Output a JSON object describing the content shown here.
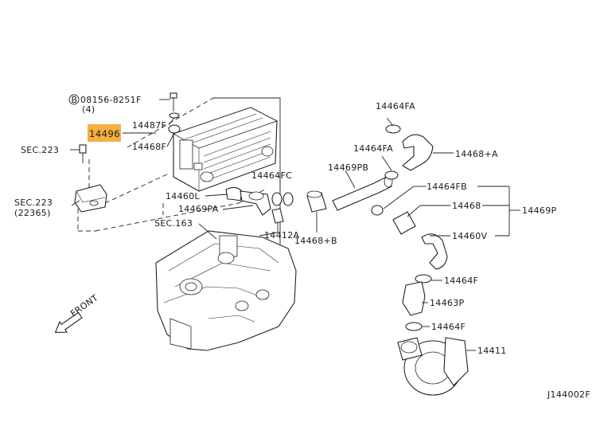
{
  "diagram": {
    "callouts": {
      "bolt_code": "08156-8251F",
      "bolt_qty": "(4)",
      "bolt_symbol": "B",
      "intercooler_highlighted": "14496",
      "p14487F": "14487F",
      "p14468F": "14468F",
      "sec223_top": "SEC.223",
      "sec223_mid": "SEC.223",
      "p22365": "(22365)",
      "p14460L": "14460L",
      "p14469PA": "14469PA",
      "p14464FC": "14464FC",
      "p14412A": "14412A",
      "p14468B": "14468+B",
      "p14469PB": "14469PB",
      "p14464FA_top": "14464FA",
      "p14464FA_mid": "14464FA",
      "p14468A": "14468+A",
      "p14464FB": "14464FB",
      "p14468": "14468",
      "p14460V": "14460V",
      "p14469P": "14469P",
      "sec163": "SEC.163",
      "p14464F_top": "14464F",
      "p14463P": "14463P",
      "p14464F_bottom": "14464F",
      "p14411": "14411",
      "front": "FRONT",
      "diagram_code": "J144002F"
    },
    "highlight_color": "#f5b040"
  }
}
